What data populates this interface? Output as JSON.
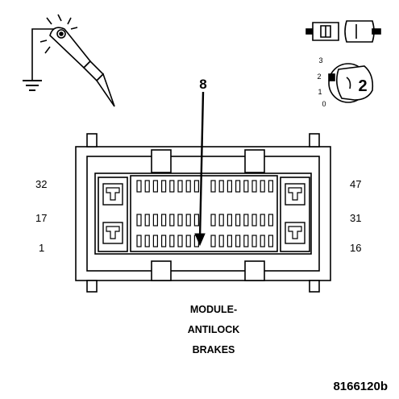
{
  "connector": {
    "callout": "8",
    "pins_left": [
      "32",
      "17",
      "1"
    ],
    "pins_right": [
      "47",
      "31",
      "16"
    ]
  },
  "title_lines": [
    "MODULE-",
    "ANTILOCK",
    "BRAKES"
  ],
  "figure_id": "8166120b",
  "ignition_key": {
    "positions": [
      "3",
      "2",
      "1",
      "0"
    ],
    "selected": "2"
  },
  "icons": {
    "probe": "test-probe-icon",
    "ground": "ground-icon",
    "connector_plug": "disconnected-connector-icon",
    "key": "ignition-key-icon"
  }
}
